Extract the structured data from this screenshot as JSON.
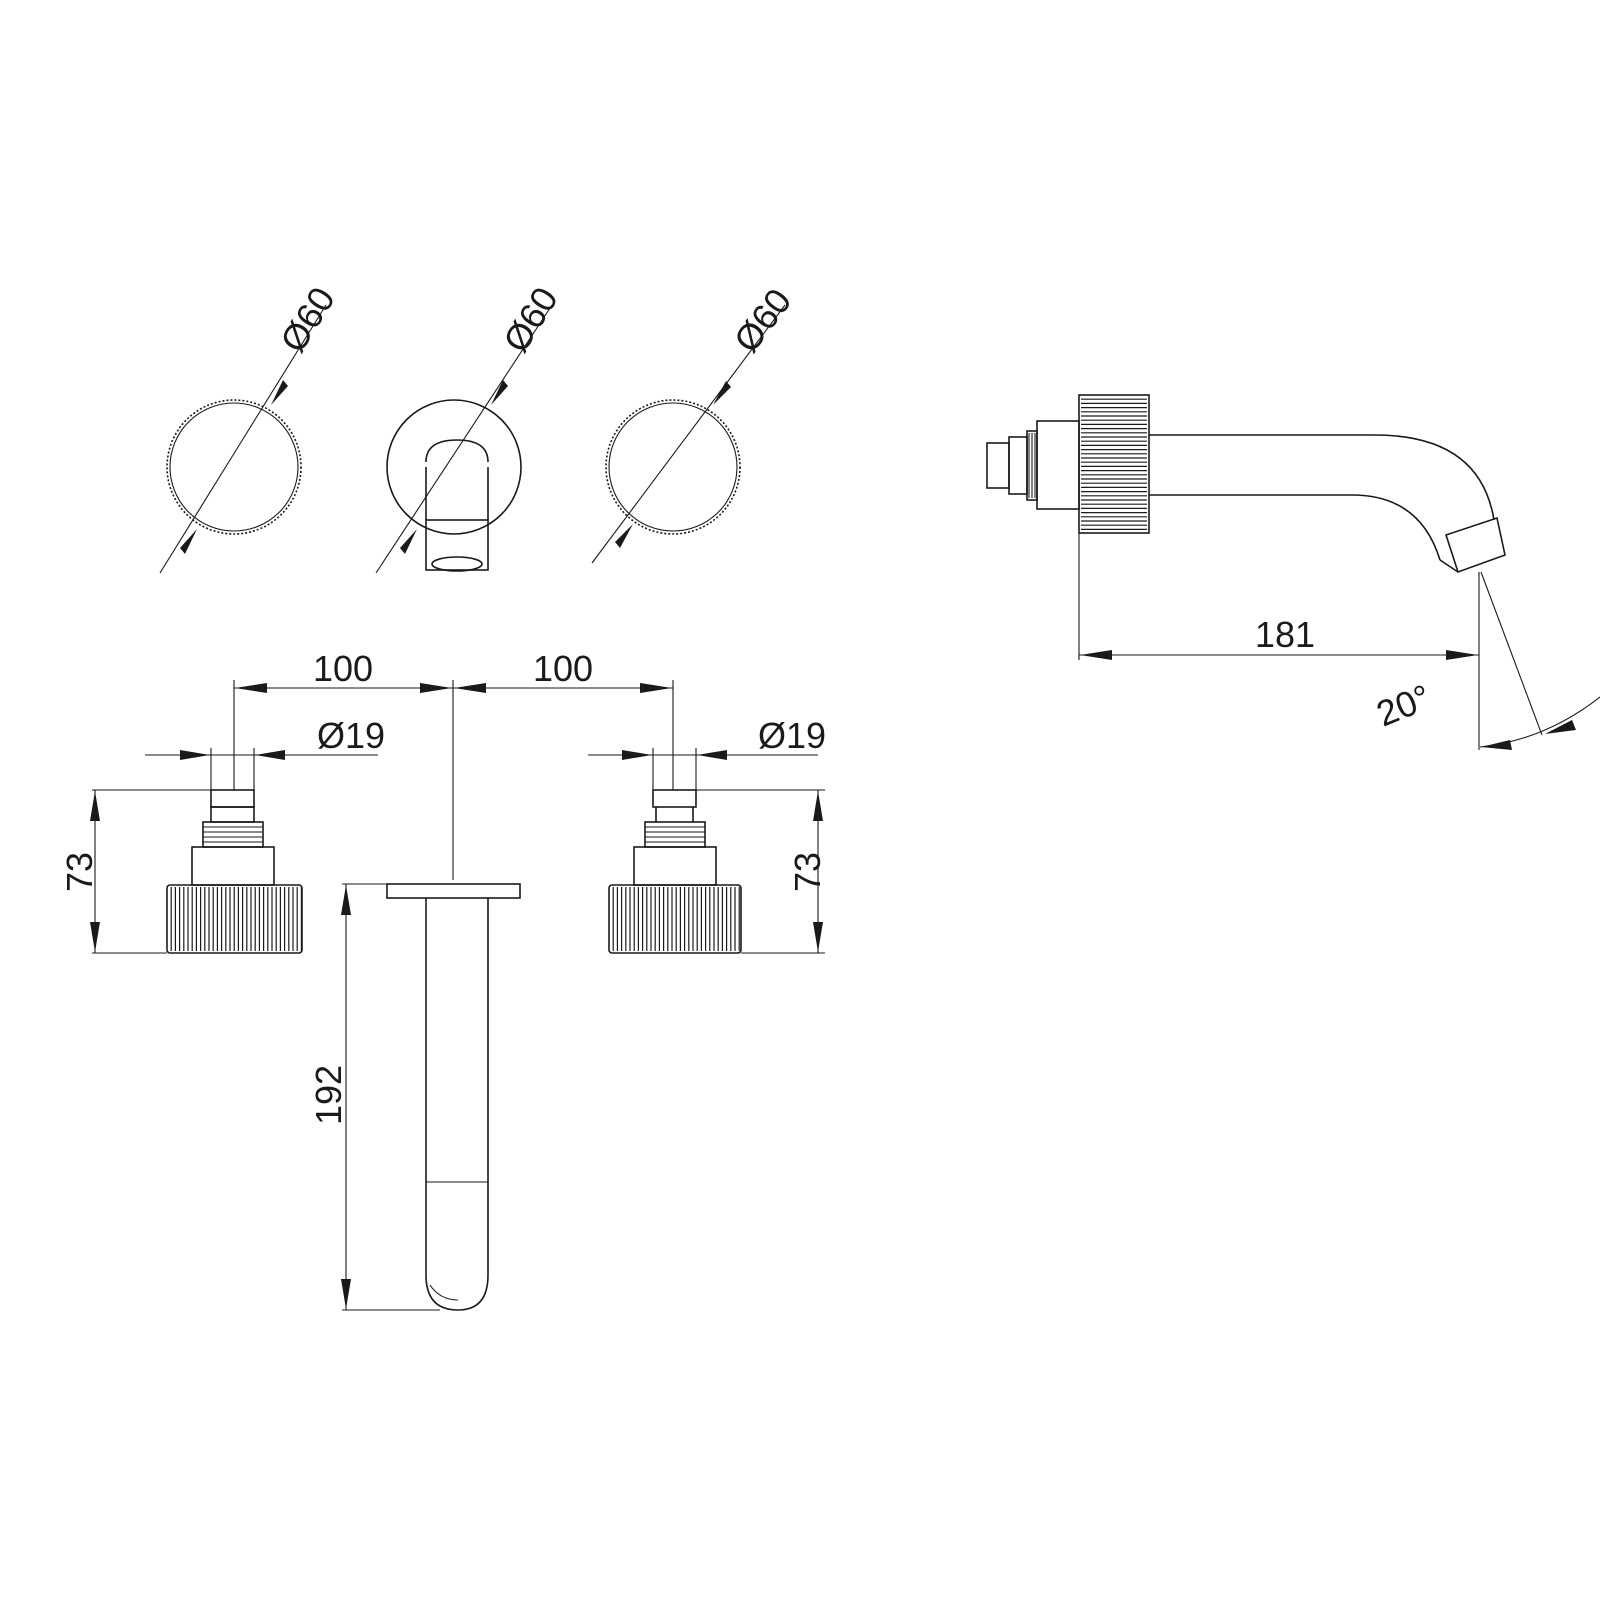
{
  "dimensions": {
    "top_left_diameter": "Ø60",
    "top_middle_diameter": "Ø60",
    "top_right_diameter": "Ø60",
    "spacing_left": "100",
    "spacing_right": "100",
    "stem_left_diameter": "Ø19",
    "stem_right_diameter": "Ø19",
    "handle_left_height": "73",
    "handle_right_height": "73",
    "spout_length": "192",
    "side_projection": "181",
    "side_angle": "20°"
  }
}
